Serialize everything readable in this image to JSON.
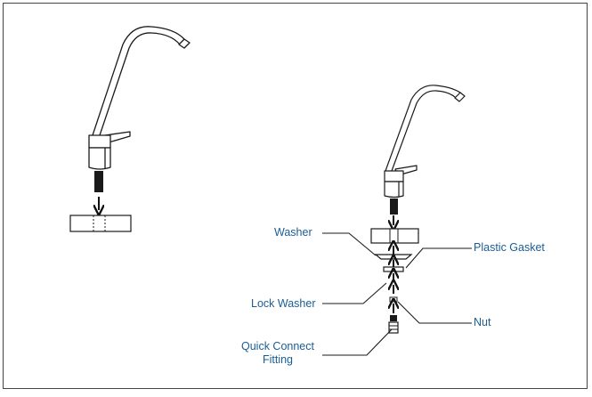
{
  "labels": {
    "washer": "Washer",
    "plastic_gasket": "Plastic Gasket",
    "lock_washer": "Lock Washer",
    "nut": "Nut",
    "quick_connect_line1": "Quick Connect",
    "quick_connect_line2": "Fitting"
  },
  "colors": {
    "label_text": "#1a5d95",
    "line_art": "#1a1a1a",
    "frame_border": "#444444"
  }
}
